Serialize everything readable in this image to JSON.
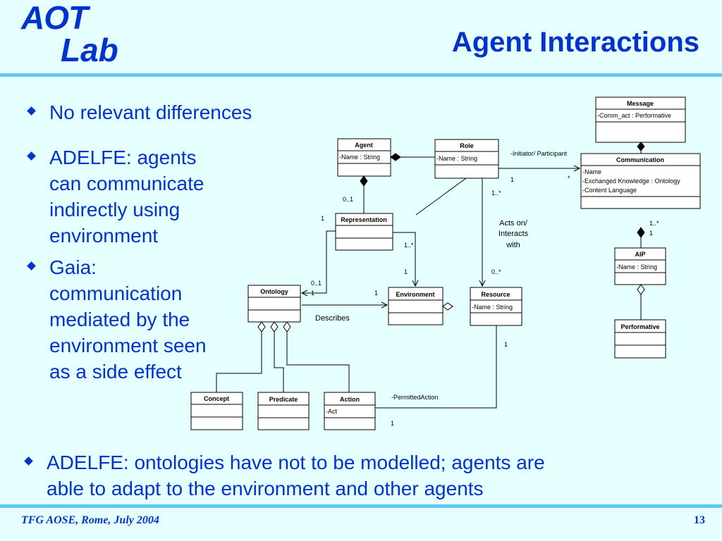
{
  "header": {
    "logo_line1": "AOT",
    "logo_line2": "Lab",
    "title": "Agent Interactions"
  },
  "bullets": [
    "No relevant differences",
    "ADELFE: agents\ncan communicate\nindirectly using\nenvironment",
    "Gaia:\ncommunication\nmediated by the\nenvironment seen\nas a side effect",
    "ADELFE: ontologies have not to be modelled; agents are\nable to adapt to the environment and other agents"
  ],
  "diagram": {
    "classes": {
      "message": {
        "name": "Message",
        "attrs": [
          "-Comm_act : Performative"
        ]
      },
      "agent": {
        "name": "Agent",
        "attrs": [
          "-Name : String"
        ]
      },
      "role": {
        "name": "Role",
        "attrs": [
          "-Name : String"
        ]
      },
      "communication": {
        "name": "Communication",
        "attrs": [
          "-Name",
          "-Exchanged Knowledge : Ontology",
          "-Content Language"
        ]
      },
      "representation": {
        "name": "Representation",
        "attrs": []
      },
      "aip": {
        "name": "AIP",
        "attrs": [
          "-Name : String"
        ]
      },
      "ontology": {
        "name": "Ontology",
        "attrs": []
      },
      "environment": {
        "name": "Environment",
        "attrs": []
      },
      "resource": {
        "name": "Resource",
        "attrs": [
          "-Name : String"
        ]
      },
      "performative": {
        "name": "Performative",
        "attrs": []
      },
      "concept": {
        "name": "Concept",
        "attrs": []
      },
      "predicate": {
        "name": "Predicate",
        "attrs": []
      },
      "action": {
        "name": "Action",
        "attrs": [
          "-Act"
        ]
      }
    },
    "labels": {
      "initiator": "-Initiator/ Participant",
      "acts_on": [
        "Acts on/",
        "Interacts",
        "with"
      ],
      "describes": "Describes",
      "permitted": "-PermittedAction"
    },
    "multiplicities": {
      "role_comm_1": "1",
      "role_comm_star": "*",
      "role_res": "1..*",
      "agent_rep": "0..1",
      "rep_onto": "1",
      "rep_env": "1..*",
      "comm_aip_a": "1..*",
      "comm_aip_b": "1",
      "env_1": "1",
      "res_env": "0..*",
      "onto_a": "0..1",
      "onto_b": "1",
      "desc_env": "1",
      "res_act": "1",
      "act_res": "1"
    }
  },
  "footer": {
    "left": "TFG AOSE, Rome, July 2004",
    "page": "13"
  }
}
